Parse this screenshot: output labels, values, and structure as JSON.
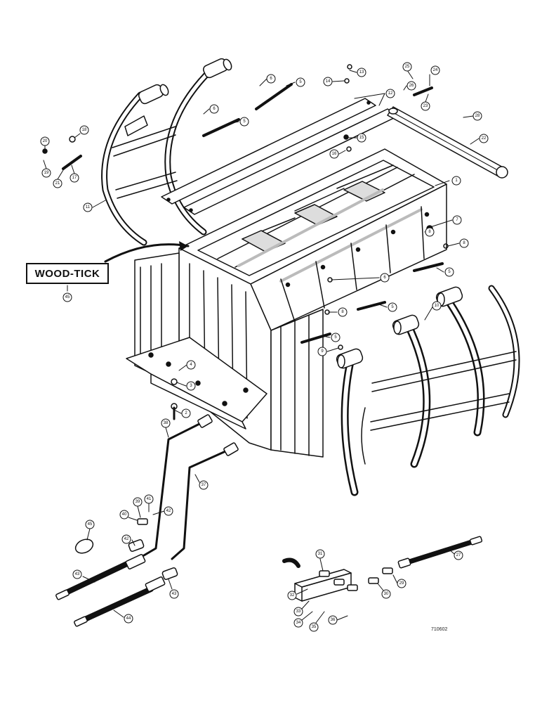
{
  "title_label": "WOOD-TICK",
  "title_callout": "45",
  "figure_number": "710602",
  "callouts": [
    "1",
    "2",
    "3",
    "4",
    "5",
    "5",
    "5",
    "5",
    "5",
    "6",
    "6",
    "6",
    "7",
    "8",
    "8",
    "8",
    "9",
    "10",
    "11",
    "12",
    "13",
    "14",
    "15",
    "16",
    "17",
    "18",
    "19",
    "20",
    "21",
    "22",
    "23",
    "24",
    "25",
    "26",
    "27",
    "28",
    "29",
    "30",
    "31",
    "32",
    "33",
    "34",
    "35",
    "36",
    "37",
    "38",
    "39",
    "40",
    "41",
    "42",
    "42",
    "43",
    "43",
    "44",
    "45"
  ]
}
